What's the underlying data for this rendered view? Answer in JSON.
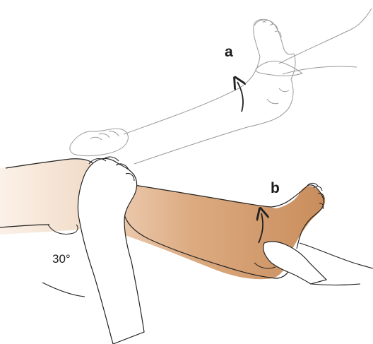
{
  "labels": {
    "position_a": "a",
    "position_b": "b",
    "knee_angle": "30°"
  },
  "colors": {
    "background": "#ffffff",
    "outline": "#222222",
    "ghost_outline": "#9a9a9a",
    "skin_light": "#f4e4d6",
    "skin_leg": "#d9a57c",
    "skin_foot": "#c98d5c",
    "hand_fill": "#ffffff"
  },
  "icons": {
    "rotation_arrow_a": "curved-arrow-up",
    "rotation_arrow_b": "curved-arrow-up"
  }
}
